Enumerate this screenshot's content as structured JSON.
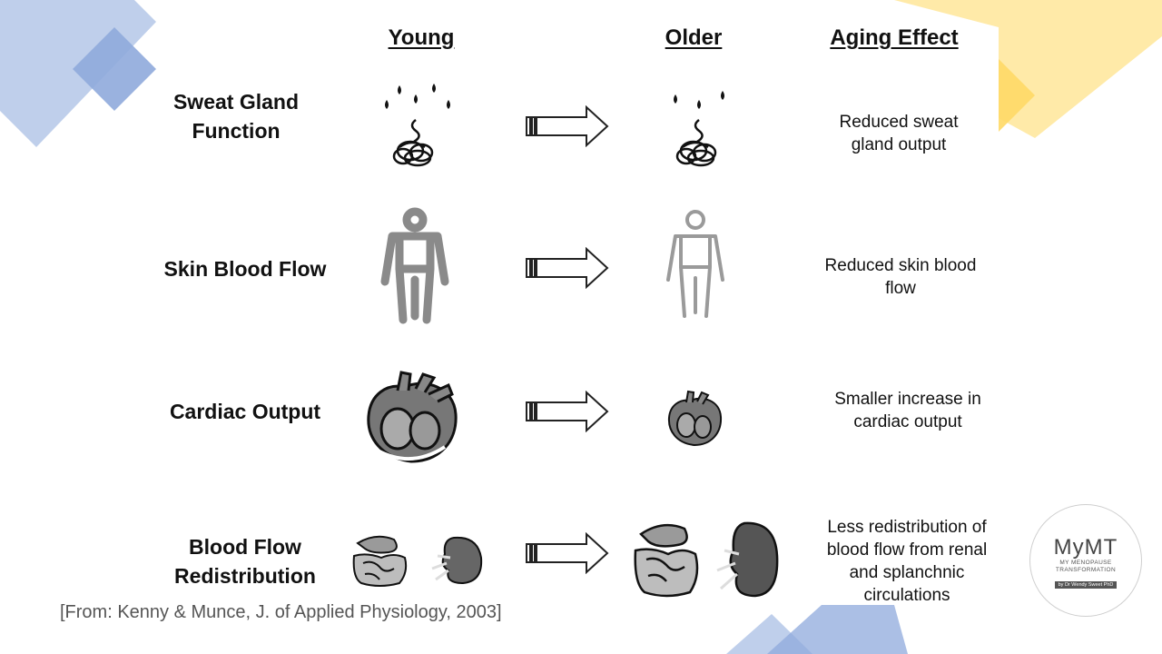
{
  "headers": {
    "young": "Young",
    "older": "Older",
    "aging_effect": "Aging Effect"
  },
  "rows": [
    {
      "label": "Sweat Gland\nFunction",
      "effect": "Reduced sweat\ngland output"
    },
    {
      "label": "Skin Blood Flow",
      "effect": "Reduced skin blood\nflow"
    },
    {
      "label": "Cardiac Output",
      "effect": "Smaller increase in\ncardiac output"
    },
    {
      "label": "Blood Flow\nRedistribution",
      "effect": "Less redistribution of\nblood flow from renal\nand splanchnic\ncirculations"
    }
  ],
  "citation": "[From: Kenny & Munce, J. of Applied Physiology, 2003]",
  "logo": {
    "mark": "MyMT",
    "subtitle_1": "MY MENOPAUSE",
    "subtitle_2": "TRANSFORMATION",
    "byline": "by Dr Wendy Sweet PhD"
  },
  "colors": {
    "blue": "#b4c7e7",
    "blue_dark": "#8faadc",
    "yellow": "#ffe699",
    "yellow_dark": "#ffd966"
  },
  "icons": {
    "arrow": "block-right-arrow",
    "sweat": "sweat-gland-icon",
    "body": "human-body-icon",
    "heart": "heart-icon",
    "organs": "intestine-icon",
    "kidney": "kidney-icon"
  }
}
